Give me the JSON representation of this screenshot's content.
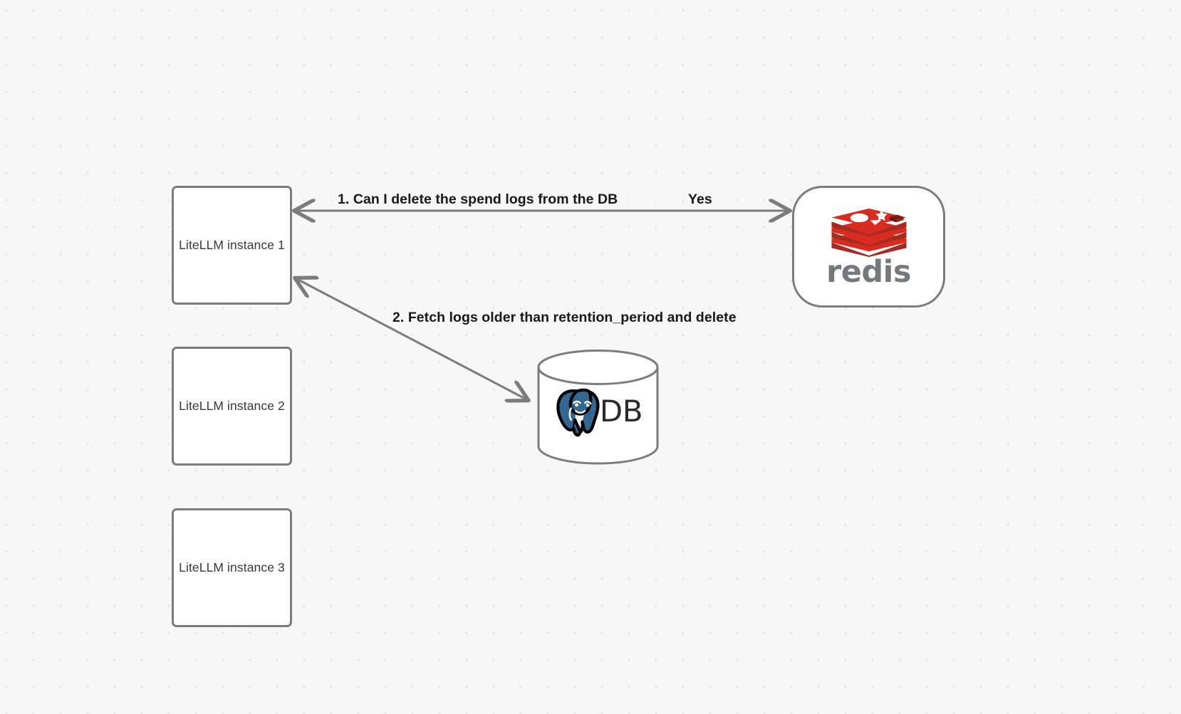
{
  "diagram": {
    "type": "architecture-flow",
    "background": "#f7f7f7",
    "grid": "dot-grid",
    "nodes": [
      {
        "id": "litellm-1",
        "label": "LiteLLM instance 1",
        "shape": "rounded-rect"
      },
      {
        "id": "litellm-2",
        "label": "LiteLLM instance 2",
        "shape": "rounded-rect"
      },
      {
        "id": "litellm-3",
        "label": "LiteLLM instance 3",
        "shape": "rounded-rect"
      },
      {
        "id": "redis",
        "label": "redis",
        "shape": "stadium",
        "icon": "redis-logo",
        "color": "#d82c20"
      },
      {
        "id": "db",
        "label": "DB",
        "shape": "cylinder",
        "icon": "postgresql-elephant",
        "color": "#336791"
      }
    ],
    "edges": [
      {
        "id": "edge-1",
        "from": "litellm-1",
        "to": "redis",
        "direction": "bidirectional",
        "label": "1.  Can I delete the spend logs from the DB",
        "reply": "Yes"
      },
      {
        "id": "edge-2",
        "from": "litellm-1",
        "to": "db",
        "direction": "bidirectional",
        "label": "2.  Fetch logs older than retention_period and delete"
      }
    ],
    "colors": {
      "stroke": "#7c7c7c",
      "node_fill": "#ffffff",
      "label_text": "#18181a",
      "node_text": "#39393a",
      "redis_red": "#d82c20",
      "redis_wordmark": "#76787b",
      "postgres_blue": "#336791",
      "dot": "#e2e4e6"
    }
  }
}
